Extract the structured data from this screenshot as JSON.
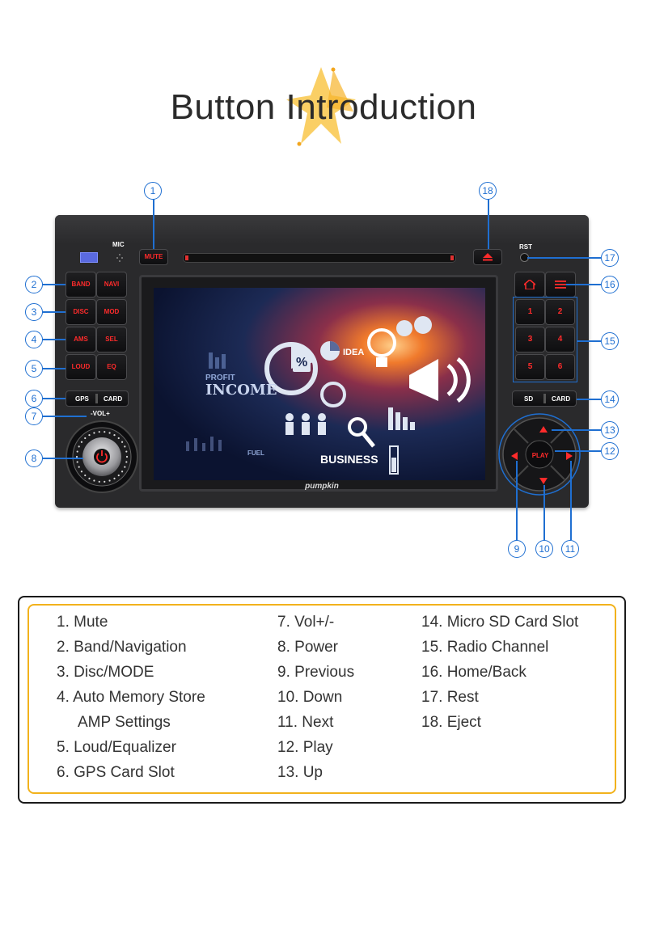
{
  "title": "Button Introduction",
  "device": {
    "mic_label": "MIC",
    "rst_label": "RST",
    "vol_label": "-VOL+",
    "brand": "pumpkin",
    "buttons": {
      "mute": "MUTE",
      "band": "BAND",
      "navi": "NAVI",
      "disc": "DISC",
      "mod": "MOD",
      "ams": "AMS",
      "sel": "SEL",
      "loud": "LOUD",
      "eq": "EQ",
      "gps": "GPS",
      "card_left": "CARD",
      "sd": "SD",
      "card_right": "CARD",
      "play": "PLAY",
      "radio_1": "1",
      "radio_2": "2",
      "radio_3": "3",
      "radio_4": "4",
      "radio_5": "5",
      "radio_6": "6"
    },
    "screen_texts": {
      "income": "INCOME",
      "profit": "PROFIT",
      "idea": "IDEA",
      "business": "BUSINESS",
      "fuel": "FUEL",
      "percent": "%"
    }
  },
  "callouts": [
    "1",
    "2",
    "3",
    "4",
    "5",
    "6",
    "7",
    "8",
    "9",
    "10",
    "11",
    "12",
    "13",
    "14",
    "15",
    "16",
    "17",
    "18"
  ],
  "legend": {
    "col1": [
      {
        "num": "1.",
        "text": "Mute"
      },
      {
        "num": "2.",
        "text": "Band/Navigation"
      },
      {
        "num": "3.",
        "text": "Disc/MODE"
      },
      {
        "num": "4.",
        "text": "Auto Memory Store"
      },
      {
        "num": "",
        "text": "AMP Settings"
      },
      {
        "num": "5.",
        "text": "Loud/Equalizer"
      },
      {
        "num": "6.",
        "text": "GPS Card Slot"
      }
    ],
    "col2": [
      {
        "num": "7.",
        "text": "Vol+/-"
      },
      {
        "num": "8.",
        "text": "Power"
      },
      {
        "num": "9.",
        "text": "Previous"
      },
      {
        "num": "10.",
        "text": "Down"
      },
      {
        "num": "11.",
        "text": "Next"
      },
      {
        "num": "12.",
        "text": "Play"
      },
      {
        "num": "13.",
        "text": "Up"
      }
    ],
    "col3": [
      {
        "num": "14.",
        "text": "Micro SD Card Slot"
      },
      {
        "num": "15.",
        "text": "Radio Channel"
      },
      {
        "num": "16.",
        "text": "Home/Back"
      },
      {
        "num": "17.",
        "text": "Rest"
      },
      {
        "num": "18.",
        "text": "Eject"
      }
    ]
  },
  "colors": {
    "callout_blue": "#1f6fd1",
    "legend_border": "#f2b21c",
    "button_red": "#ff2b2b"
  }
}
